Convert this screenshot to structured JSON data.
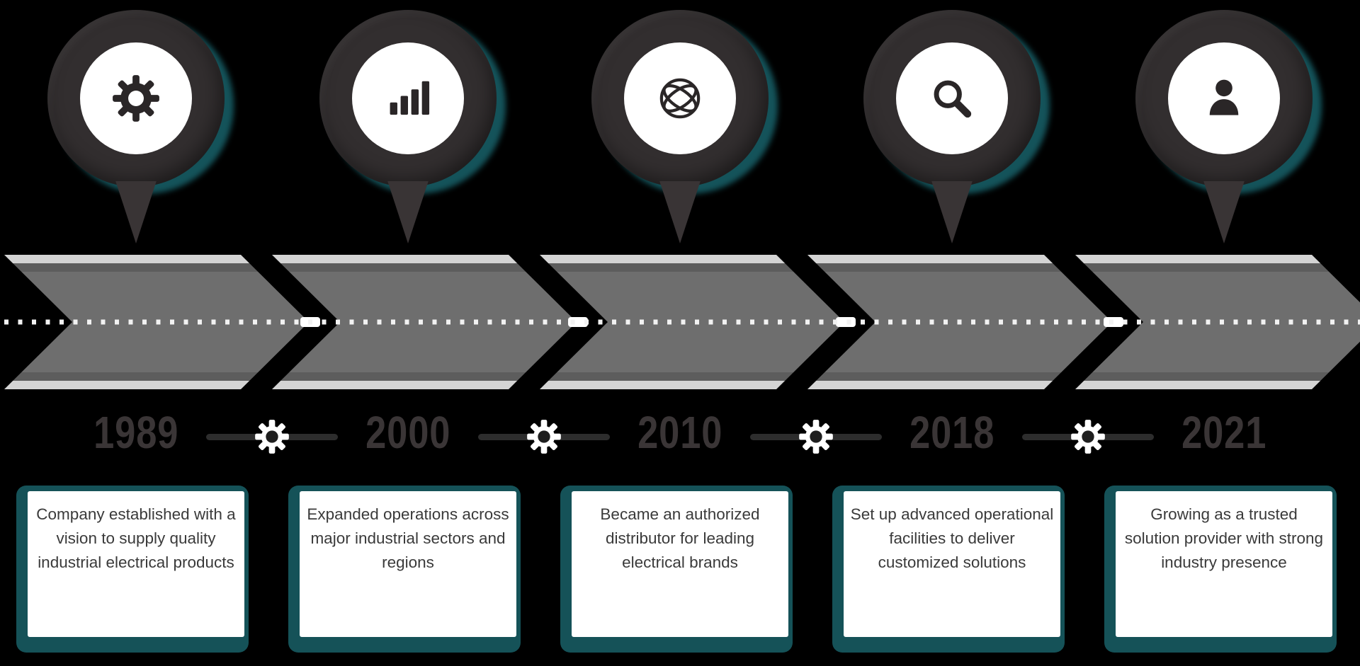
{
  "timeline": {
    "title": "company-history-timeline",
    "milestones": [
      {
        "year": "1989",
        "icon": "gear-icon",
        "description": "Company established with a vision to supply quality industrial electrical products"
      },
      {
        "year": "2000",
        "icon": "bar-chart-icon",
        "description": "Expanded operations across major industrial sectors and regions"
      },
      {
        "year": "2010",
        "icon": "globe-icon",
        "description": "Became an authorized distributor for leading electrical brands"
      },
      {
        "year": "2018",
        "icon": "magnifier-icon",
        "description": "Set up advanced operational facilities to deliver customized solutions"
      },
      {
        "year": "2021",
        "icon": "person-icon",
        "description": "Growing as a trusted solution provider with strong industry presence"
      }
    ],
    "colors": {
      "background": "#000000",
      "teal_accent": "#14535a",
      "pin_dark": "#322e2f",
      "band_body": "#6e6e6e",
      "band_stripe_light": "#d4d4d4",
      "band_stripe_dark": "#5d5d5d",
      "dotted_line": "#f2f2f2",
      "year_text": "#3a3536",
      "card_background": "#ffffff",
      "card_text": "#3a3a3a",
      "connector_line": "#2d2d2d"
    }
  }
}
